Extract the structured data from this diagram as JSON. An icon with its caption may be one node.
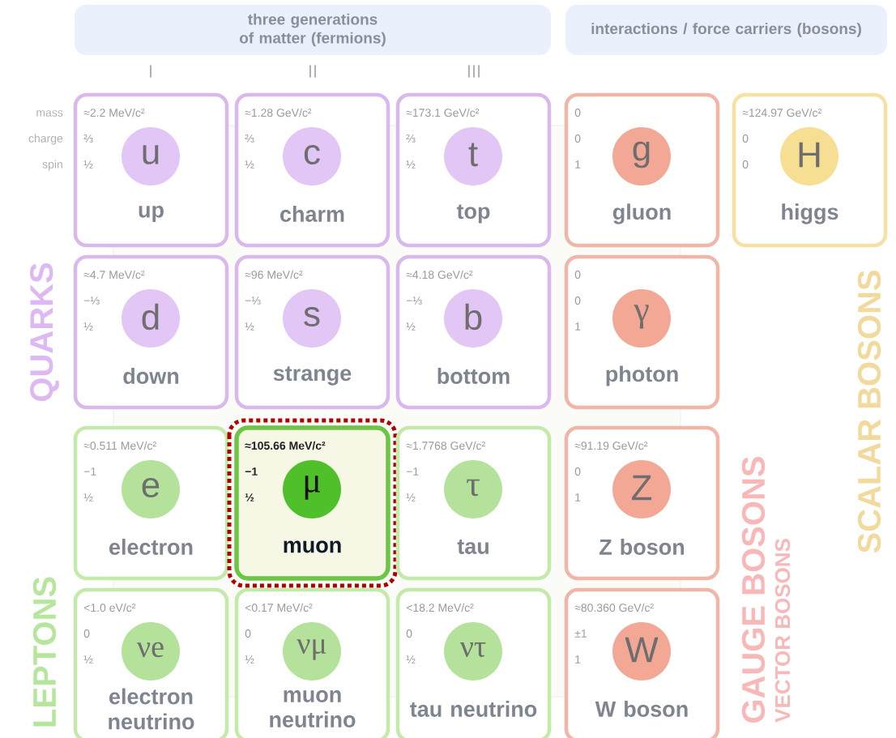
{
  "diagram": {
    "nodes": [
      {
        "text": [
          "three generations of matter (fermions)"
        ]
      },
      {
        "text": [
          "interactions / force carriers (bosons)"
        ]
      },
      {
        "text": [
          "≈2.2 MeV/c²",
          "⅔",
          "½",
          "u",
          "up"
        ]
      },
      {
        "text": [
          "≈1.28 GeV/c²",
          "⅔",
          "½",
          "c",
          "charm"
        ]
      },
      {
        "text": [
          "≈173.1 GeV/c²",
          "⅔",
          "½",
          "t",
          "top"
        ]
      },
      {
        "text": [
          "0",
          "0",
          "1",
          "g",
          "gluon"
        ]
      },
      {
        "text": [
          "≈124.97 GeV/c²",
          "0",
          "0",
          "H",
          "higgs"
        ]
      },
      {
        "text": [
          "≈4.7 MeV/c²",
          "−⅓",
          "½",
          "d",
          "down"
        ]
      },
      {
        "text": [
          "≈96 MeV/c²",
          "−⅓",
          "½",
          "s",
          "strange"
        ]
      },
      {
        "text": [
          "≈4.18 GeV/c²",
          "−⅓",
          "½",
          "b",
          "bottom"
        ]
      },
      {
        "text": [
          "0",
          "0",
          "1",
          "γ",
          "photon"
        ]
      },
      {
        "text": [
          "≈0.511 MeV/c²",
          "−1",
          "½",
          "e",
          "electron"
        ]
      },
      {
        "text": [
          "≈105.66 MeV/c²",
          "−1",
          "½",
          "μ",
          "muon"
        ]
      },
      {
        "text": [
          "≈1.7768 GeV/c²",
          "−1",
          "½",
          "τ",
          "tau"
        ]
      },
      {
        "text": [
          "≈91.19 GeV/c²",
          "0",
          "1",
          "Z",
          "Z boson"
        ]
      },
      {
        "text": [
          "<1.0 eV/c²",
          "0",
          "½",
          "νe",
          "electron neutrino"
        ]
      },
      {
        "text": [
          "<0.17 MeV/c²",
          "0",
          "½",
          "νμ",
          "muon neutrino"
        ]
      },
      {
        "text": [
          "<18.2 MeV/c²",
          "0",
          "½",
          "ντ",
          "tau neutrino"
        ]
      },
      {
        "text": [
          "≈80.360 GeV/c²",
          "±1",
          "1",
          "W",
          "W boson"
        ]
      }
    ],
    "labels": [
      "I",
      "II",
      "III",
      "mass",
      "charge",
      "spin",
      "QUARKS",
      "SCALAR BOSONS",
      "GAUGE BOSONS",
      "VECTOR BOSONS",
      "LEPTONS"
    ]
  }
}
